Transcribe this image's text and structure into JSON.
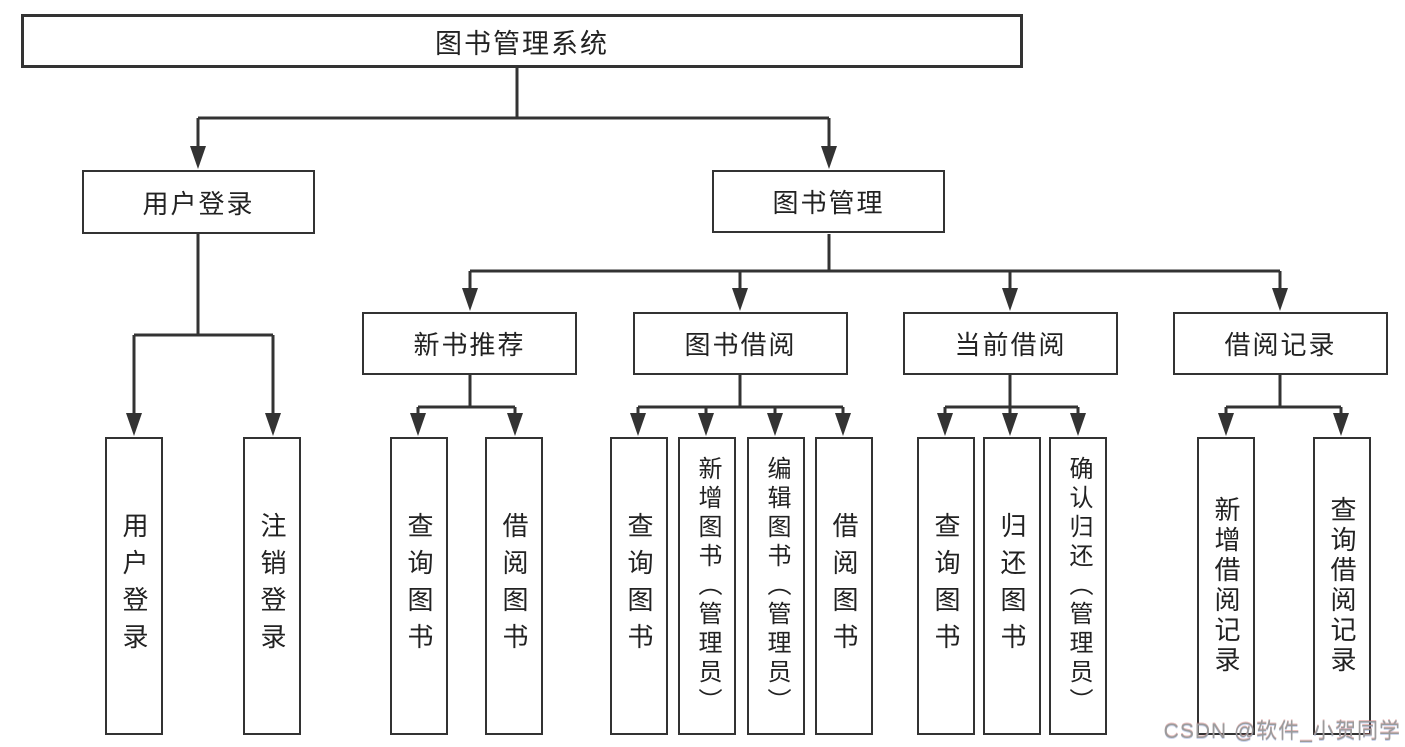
{
  "tree": {
    "root": {
      "label": "图书管理系统"
    },
    "branches": [
      {
        "label": "用户登录",
        "children": [
          {
            "label": "用户登录"
          },
          {
            "label": "注销登录"
          }
        ]
      },
      {
        "label": "图书管理",
        "children": [
          {
            "label": "新书推荐",
            "children": [
              {
                "label": "查询图书"
              },
              {
                "label": "借阅图书"
              }
            ]
          },
          {
            "label": "图书借阅",
            "children": [
              {
                "label": "查询图书"
              },
              {
                "label": "新增图书（管理员）"
              },
              {
                "label": "编辑图书（管理员）"
              },
              {
                "label": "借阅图书"
              }
            ]
          },
          {
            "label": "当前借阅",
            "children": [
              {
                "label": "查询图书"
              },
              {
                "label": "归还图书"
              },
              {
                "label": "确认归还（管理员）"
              }
            ]
          },
          {
            "label": "借阅记录",
            "children": [
              {
                "label": "新增借阅记录"
              },
              {
                "label": "查询借阅记录"
              }
            ]
          }
        ]
      }
    ]
  },
  "watermark": "CSDN @软件_小贺同学",
  "colors": {
    "line": "#333333",
    "box_border": "#333333",
    "text": "#222222",
    "background": "#ffffff",
    "watermark": "#9b9b9b"
  }
}
